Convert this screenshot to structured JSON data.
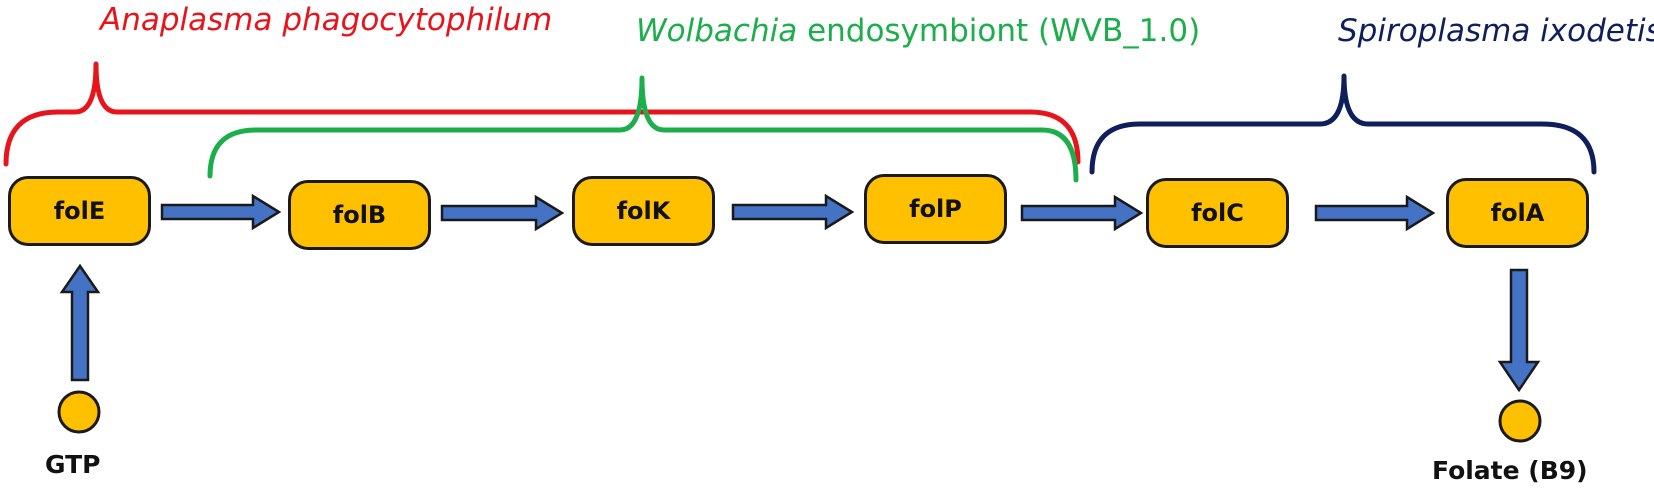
{
  "organisms": {
    "anaplasma": {
      "italic": "Anaplasma phagocytophilum",
      "rest": "",
      "color": "#E8141B"
    },
    "wolbachia": {
      "italic": "Wolbachia",
      "rest": " endosymbiont (WVB_1.0)",
      "color": "#1BAE4B"
    },
    "spiroplasma": {
      "italic": "Spiroplasma ixodetis",
      "rest": "",
      "color": "#0F1F5C"
    }
  },
  "genes": [
    "folE",
    "folB",
    "folK",
    "folP",
    "folC",
    "folA"
  ],
  "metabolites": {
    "start": "GTP",
    "end": "Folate (B9)"
  },
  "colors": {
    "gene_fill": "#FFC000",
    "arrow_fill": "#4472C4",
    "outline": "#1a1a1a"
  },
  "icons": {
    "flow_arrow": "right-arrow-icon",
    "metabolite": "circle-node-icon"
  }
}
